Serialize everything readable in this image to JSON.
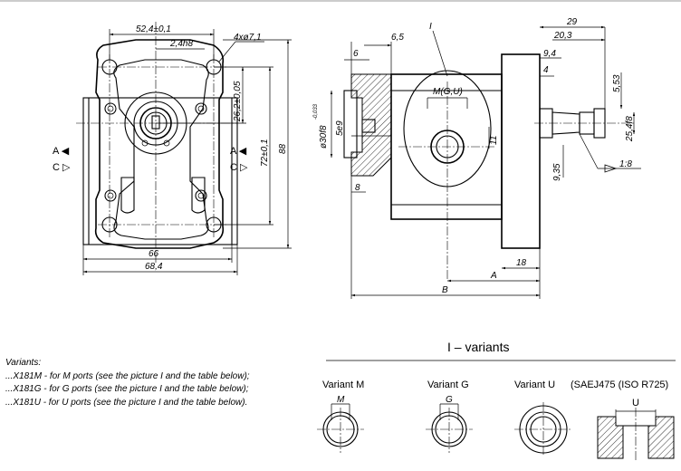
{
  "front_view": {
    "dim_top_width": "52,4±0,1",
    "dim_spigot": "2,4h8",
    "dim_holes": "4xø7,1",
    "dim_shaft_offset": "26,2±0,05",
    "dim_hole_spacing": "72±0,1",
    "dim_height": "88",
    "dim_width_inner": "66",
    "dim_width_outer": "68,4",
    "port_a_left": "A ◀",
    "port_c_left": "C ▷",
    "port_a_right": "A ◀",
    "port_c_right": "C ▷"
  },
  "side_view": {
    "dim_6_5": "6,5",
    "dim_6": "6",
    "label_i": "I",
    "port_label": "M(G,U)",
    "dim_shaft_dia": "ø30f8",
    "dim_shaft_tol": "-0,033",
    "dim_key": "5e9",
    "dim_8": "8",
    "dim_11": "11",
    "dim_29": "29",
    "dim_20_3": "20,3",
    "dim_9_4": "9,4",
    "dim_4": "4",
    "dim_5_53": "5,53",
    "dim_25_4": "25,4f8",
    "dim_9_35": "9,35",
    "dim_taper": "1:8",
    "dim_18": "18",
    "dim_a": "A",
    "dim_b": "B"
  },
  "variants_notes": {
    "heading": "Variants:",
    "lines": [
      "...X181M  - for M ports (see the picture I and the table below);",
      "...X181G  - for G ports (see the picture I and the table below);",
      "...X181U  - for U ports (see the picture I and the table below)."
    ]
  },
  "variants_panel": {
    "title": "I  –  variants",
    "variant_m": "Variant  M",
    "variant_g": "Variant  G",
    "variant_u": "Variant  U",
    "standard": "(SAEJ475 (ISO R725)",
    "letter_m": "M",
    "letter_g": "G",
    "letter_u": "U"
  }
}
